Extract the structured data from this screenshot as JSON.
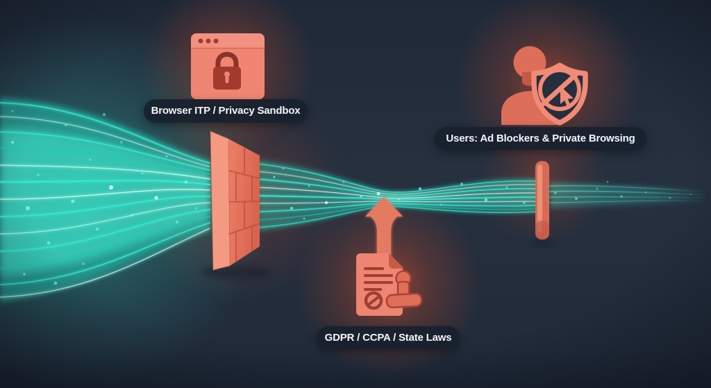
{
  "labels": {
    "browser": "Browser ITP / Privacy Sandbox",
    "users": "Users: Ad Blockers & Private Browsing",
    "regulations": "GDPR / CCPA / State Laws"
  },
  "icons": {
    "browser": "browser-window-lock-icon",
    "users": "user-adblock-shield-icon",
    "regulations": "document-stamp-icon",
    "left_barrier": "brick-wall",
    "right_barrier": "vertical-bar-barrier",
    "flow": "data-stream"
  },
  "colors": {
    "background": "#232d3d",
    "stream_teal": "#2fe9cd",
    "accent_salmon": "#ee8471",
    "detail_dark_red": "#a23a2f",
    "glow_orange": "#ff6231",
    "pill_background": "#18202d",
    "label_text": "#f2f5f8"
  }
}
